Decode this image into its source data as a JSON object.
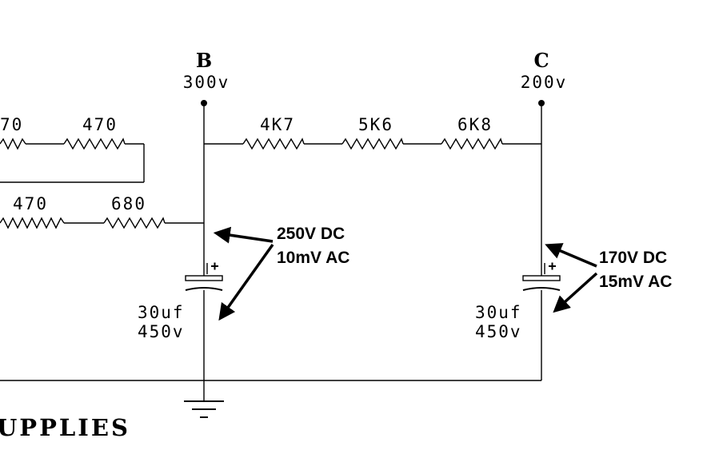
{
  "nodes": {
    "b": {
      "letter": "B",
      "voltage": "300v"
    },
    "c": {
      "letter": "C",
      "voltage": "200v"
    }
  },
  "resistors": {
    "top_left_partial": "70",
    "top_left": "470",
    "b_to_c_1": "4K7",
    "b_to_c_2": "5K6",
    "b_to_c_3": "6K8",
    "mid_left": "470",
    "mid_right": "680"
  },
  "capacitors": {
    "b": {
      "value": "30uf",
      "rating": "450v"
    },
    "c": {
      "value": "30uf",
      "rating": "450v"
    }
  },
  "annotations": {
    "b": {
      "dc": "250V DC",
      "ac": "10mV AC"
    },
    "c": {
      "dc": "170V DC",
      "ac": "15mV AC"
    }
  },
  "title_fragment": "UPPLIES"
}
